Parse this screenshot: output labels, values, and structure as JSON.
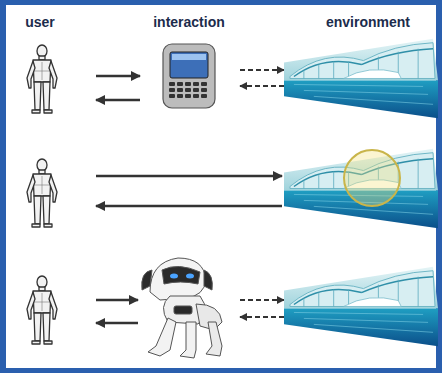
{
  "diagram": {
    "labels": [
      "user",
      "interaction",
      "environment"
    ]
  }
}
